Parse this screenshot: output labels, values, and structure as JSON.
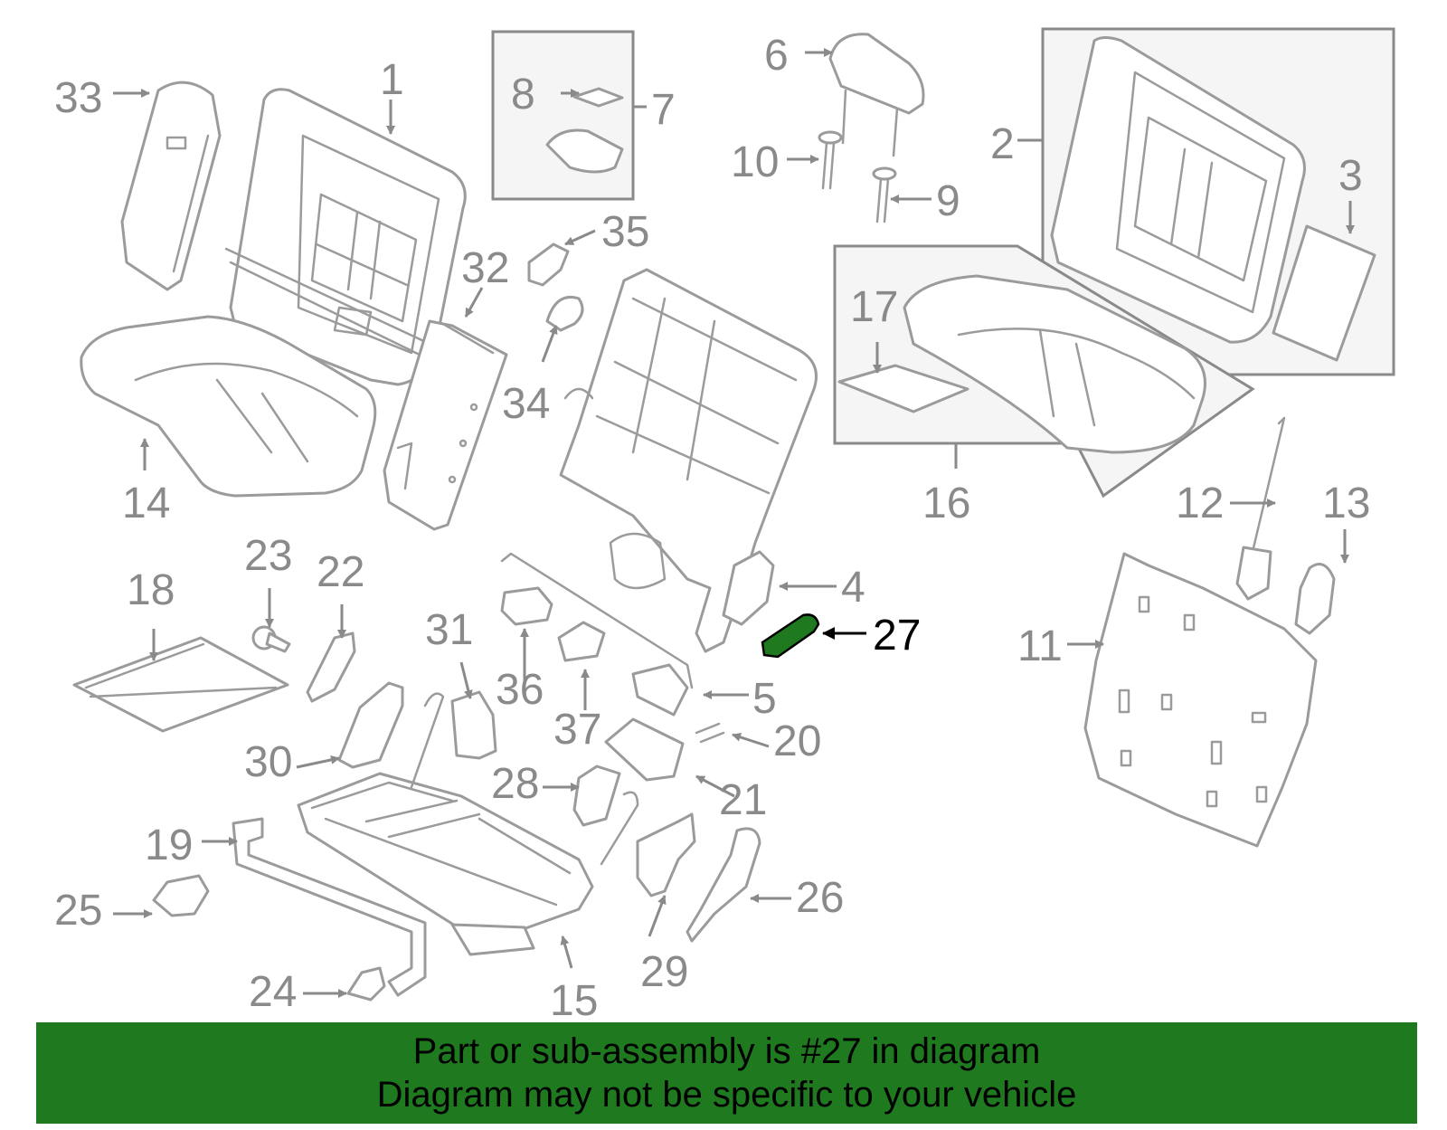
{
  "callouts": {
    "c1": "1",
    "c2": "2",
    "c3": "3",
    "c4": "4",
    "c5": "5",
    "c6": "6",
    "c7": "7",
    "c8": "8",
    "c9": "9",
    "c10": "10",
    "c11": "11",
    "c12": "12",
    "c13": "13",
    "c14": "14",
    "c15": "15",
    "c16": "16",
    "c17": "17",
    "c18": "18",
    "c19": "19",
    "c20": "20",
    "c21": "21",
    "c22": "22",
    "c23": "23",
    "c24": "24",
    "c25": "25",
    "c26": "26",
    "c27": "27",
    "c28": "28",
    "c29": "29",
    "c30": "30",
    "c31": "31",
    "c32": "32",
    "c33": "33",
    "c34": "34",
    "c35": "35",
    "c36": "36",
    "c37": "37"
  },
  "highlight": {
    "part": "27",
    "color": "#1f7a1f"
  },
  "banner": {
    "line1": "Part or sub-assembly is #27 in diagram",
    "line2": "Diagram may not be specific to your vehicle",
    "color": "#1f7a1f"
  },
  "colors": {
    "line_art": "#9b9b9b",
    "callout_text": "#8a8a8a",
    "highlight_text": "#000000"
  }
}
